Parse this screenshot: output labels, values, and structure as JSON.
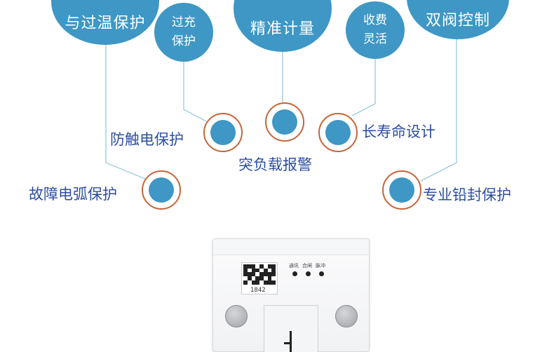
{
  "bubbles": {
    "overtemp": "与过温保护",
    "overcharge_line1": "过充",
    "overcharge_line2": "保护",
    "metering": "精准计量",
    "billing_line1": "收费",
    "billing_line2": "灵活",
    "dualvalve": "双阀控制"
  },
  "features": {
    "anti_touch": "防触电保护",
    "overload": "突负载报警",
    "long_life": "长寿命设计",
    "arc_fault": "故障电弧保护",
    "lead_seal": "专业铅封保护"
  },
  "device": {
    "serial": "1842",
    "led_comm": "通讯",
    "led_close": "合闸",
    "led_pulse": "脉冲"
  },
  "colors": {
    "bubble": "#3e97c4",
    "ring": "#c4663a",
    "text": "#2c4ea0",
    "line": "#8fc3dc"
  }
}
